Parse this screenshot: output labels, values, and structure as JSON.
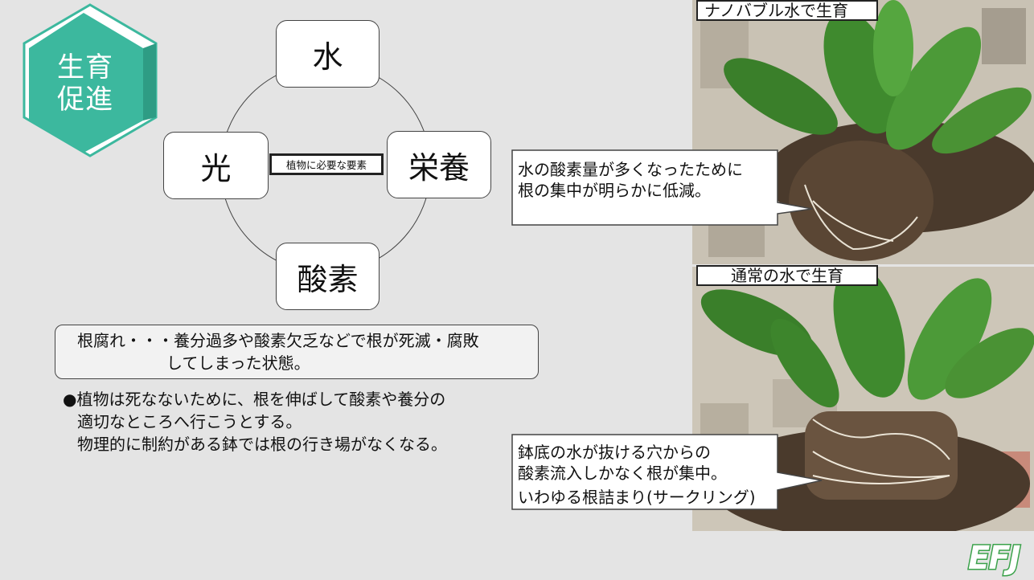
{
  "badge": {
    "line1": "生育",
    "line2": "促進",
    "color": "#3cb89e"
  },
  "diagram": {
    "center_label": "植物に必要な要素",
    "nodes": {
      "top": "水",
      "left": "光",
      "right": "栄養",
      "bottom": "酸素"
    }
  },
  "definition": {
    "line1": "根腐れ・・・養分過多や酸素欠乏などで根が死滅・腐敗",
    "line2": "してしまった状態。"
  },
  "bullet": {
    "line1": "●植物は死なないために、根を伸ばして酸素や養分の",
    "line2": "適切なところへ行こうとする。",
    "line3": "物理的に制約がある鉢では根の行き場がなくなる。"
  },
  "photos": {
    "top": {
      "label": "ナノバブル水で生育",
      "callout_line1": "水の酸素量が多くなったために",
      "callout_line2": "根の集中が明らかに低減。"
    },
    "bottom": {
      "label": "通常の水で生育",
      "callout_line1": "鉢底の水が抜ける穴からの",
      "callout_line2": "酸素流入しかなく根が集中。",
      "callout_line3": "いわゆる根詰まり(サークリング)"
    }
  },
  "logo": {
    "text": "EFJ",
    "color": "#3aa24a"
  }
}
